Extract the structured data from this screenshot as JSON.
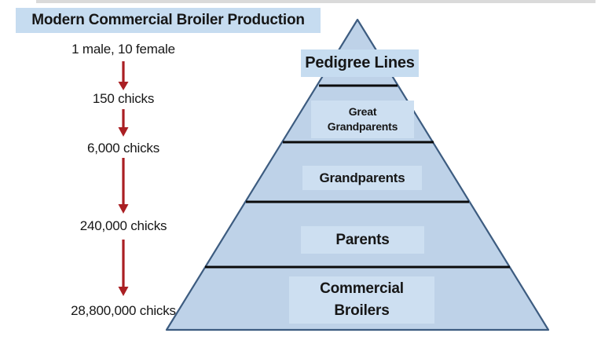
{
  "title": {
    "text": "Modern Commercial Broiler Production"
  },
  "flow": {
    "steps": [
      {
        "label": "1 male, 10 female"
      },
      {
        "label": "150 chicks"
      },
      {
        "label": "6,000 chicks"
      },
      {
        "label": "240,000 chicks"
      },
      {
        "label": "28,800,000 chicks"
      }
    ]
  },
  "pyramid": {
    "levels": [
      {
        "label": "Pedigree Lines"
      },
      {
        "lines": [
          "Great",
          "Grandparents"
        ]
      },
      {
        "label": "Grandparents"
      },
      {
        "label": "Parents"
      },
      {
        "lines": [
          "Commercial",
          "Broilers"
        ]
      }
    ]
  },
  "colors": {
    "pyramid_fill": "#bed2e8",
    "label_box": "#cddff1",
    "title_box": "#c6dcf0",
    "outline": "#3d5c80",
    "divider": "#0b0b0b",
    "arrow": "#aa1f23",
    "text": "#161616"
  }
}
